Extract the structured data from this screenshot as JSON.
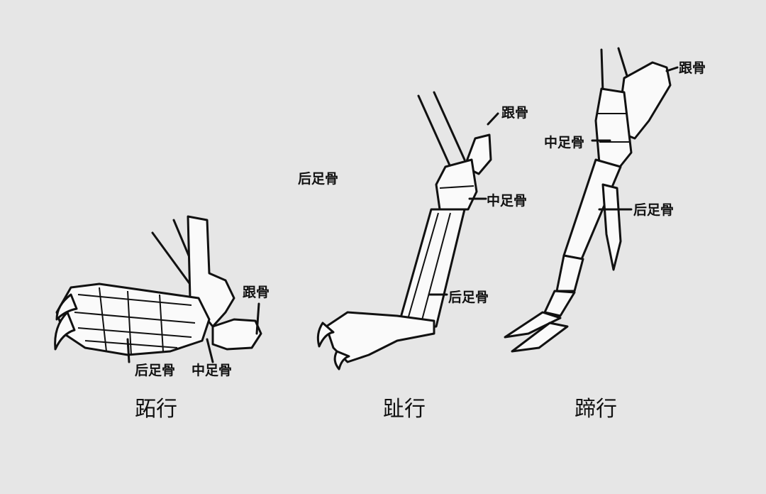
{
  "plantigrade": {
    "caption": "跖行",
    "calcaneus": "跟骨",
    "tarsals": "后足骨",
    "metatarsals": "中足骨"
  },
  "digitigrade": {
    "caption": "趾行",
    "calcaneus": "跟骨",
    "metatarsals": "中足骨",
    "tarsals": "后足骨",
    "floating_label": "后足骨"
  },
  "unguligrade": {
    "caption": "蹄行",
    "calcaneus": "跟骨",
    "metatarsals": "中足骨",
    "tarsals": "后足骨"
  }
}
